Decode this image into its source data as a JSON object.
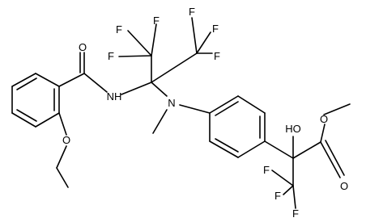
{
  "structure": {
    "labels": {
      "F": "F",
      "O": "O",
      "NH": "NH",
      "N": "N",
      "HO": "HO"
    },
    "colors": {
      "bond": "#000000",
      "text": "#000000",
      "background": "#ffffff"
    }
  }
}
